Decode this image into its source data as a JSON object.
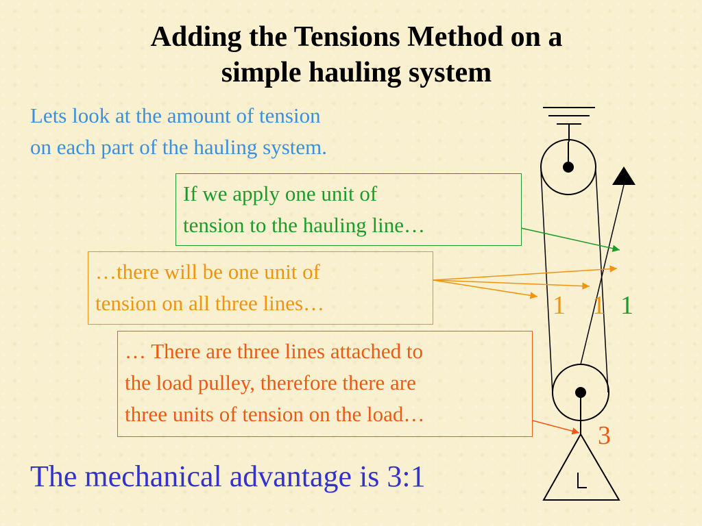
{
  "title": {
    "line1": "Adding the Tensions Method on a",
    "line2": "simple hauling system"
  },
  "intro": {
    "line1": "Lets look at the amount of tension",
    "line2": "on each part of the hauling system."
  },
  "callouts": {
    "green": {
      "line1": "If we apply one unit of",
      "line2": "tension to the hauling line…"
    },
    "orange": {
      "line1": "…there will be one unit of",
      "line2": "tension on all three lines…"
    },
    "red": {
      "line1": "… There are three lines attached to",
      "line2": "the load pulley, therefore there are",
      "line3": "three units of tension on the load…"
    }
  },
  "tension_labels": {
    "line_left": "1",
    "line_middle": "1",
    "line_right": "1",
    "load": "3"
  },
  "conclusion": "The mechanical advantage is 3:1",
  "colors": {
    "background": "#f8f0cf",
    "title": "#000000",
    "intro": "#3a8fe0",
    "green": "#1c9a2a",
    "orange": "#f0940e",
    "red": "#ee5a14",
    "conclusion": "#3333cc"
  }
}
